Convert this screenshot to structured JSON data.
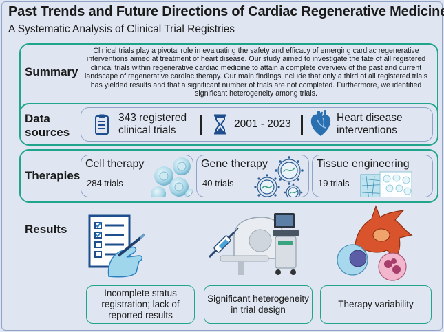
{
  "title": "Past Trends and Future Directions of Cardiac Regenerative Medicine",
  "subtitle": "A Systematic Analysis of Clinical Trial Registries",
  "summary": {
    "label": "Summary",
    "text": "Clinical trials play a pivotal role in evaluating the safety and efficacy of emerging cardiac regenerative interventions aimed at treatment of heart disease. Our study aimed to investigate the fate of all registered clinical trials within regenerative cardiac medicine to attain a complete overview of the past and current landscape of regenerative cardiac therapy. Our main findings include that only a third of all registered trials has yielded results and that a significant number of trials are not completed. Furthermore, we identified significant heterogeneity among trials."
  },
  "data_sources": {
    "label_line1": "Data",
    "label_line2": "sources",
    "items": [
      {
        "line1": "343 registered",
        "line2": "clinical trials",
        "icon": "clipboard-icon"
      },
      {
        "line1": "2001 - 2023",
        "line2": "",
        "icon": "hourglass-icon"
      },
      {
        "line1": "Heart disease",
        "line2": "interventions",
        "icon": "heart-icon"
      }
    ]
  },
  "therapies": {
    "label": "Therapies",
    "items": [
      {
        "name": "Cell therapy",
        "count": "284 trials",
        "icon": "cells-icon"
      },
      {
        "name": "Gene therapy",
        "count": "40 trials",
        "icon": "virus-vector-icon"
      },
      {
        "name": "Tissue engineering",
        "count": "19 trials",
        "icon": "tissue-scaffold-icon"
      }
    ]
  },
  "results": {
    "label": "Results",
    "items": [
      {
        "text": "Incomplete status registration; lack of reported results",
        "icon": "checklist-icon"
      },
      {
        "text": "Significant heterogeneity in trial design",
        "icon": "medical-equipment-icon"
      },
      {
        "text": "Therapy variability",
        "icon": "cell-types-icon"
      }
    ]
  },
  "colors": {
    "background": "#dfe6f2",
    "panel_border": "#21a48c",
    "inner_border": "#8fa3c7",
    "icon_blue": "#1f4e8c",
    "heart_blue": "#2a6fb0"
  }
}
